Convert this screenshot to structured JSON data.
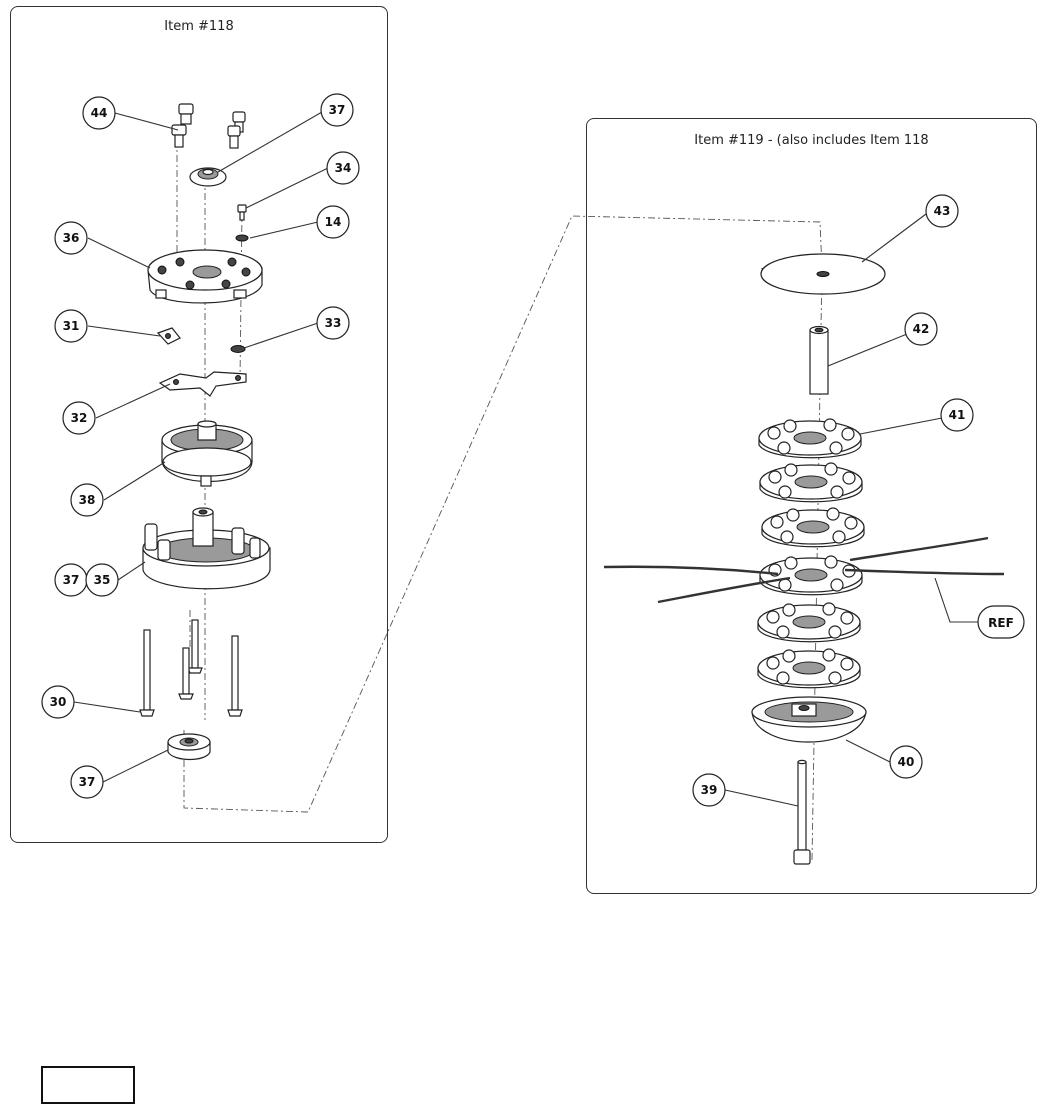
{
  "panels": {
    "left": {
      "title": "Item #118"
    },
    "right": {
      "title": "Item #119 - (also includes Item 118"
    }
  },
  "callouts": {
    "left": [
      "44",
      "37",
      "34",
      "14",
      "36",
      "31",
      "33",
      "32",
      "38",
      "37",
      "35",
      "30",
      "37"
    ],
    "right": [
      "43",
      "42",
      "41",
      "REF",
      "40",
      "39"
    ]
  }
}
